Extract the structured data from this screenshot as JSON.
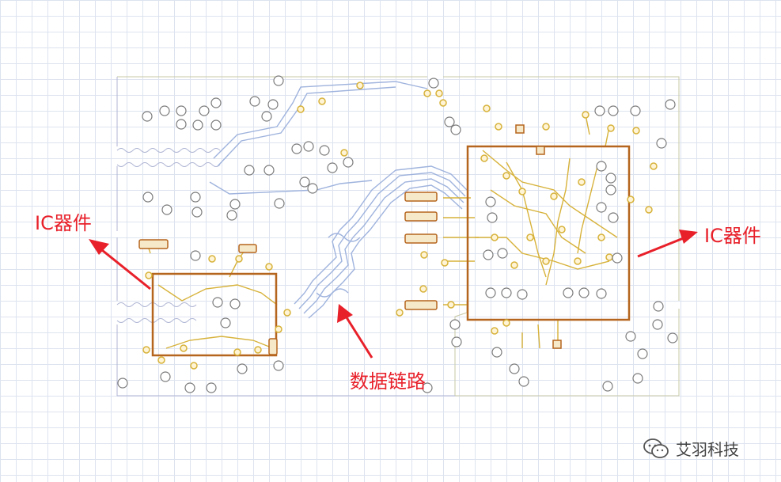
{
  "annotations": {
    "left_ic": "IC器件",
    "right_ic": "IC器件",
    "data_link": "数据链路"
  },
  "watermark": {
    "icon": "wechat-icon",
    "text": "艾羽科技"
  },
  "colors": {
    "background": "#ffffff",
    "grid": "#dde3ef",
    "annotation": "#e8202a",
    "ic_outline": "#b5651d",
    "trace_blue": "#9fb3dd",
    "trace_gold": "#d7b23a",
    "board_outline_left": "#b0b6d4",
    "board_outline_right": "#c9c9a4"
  }
}
